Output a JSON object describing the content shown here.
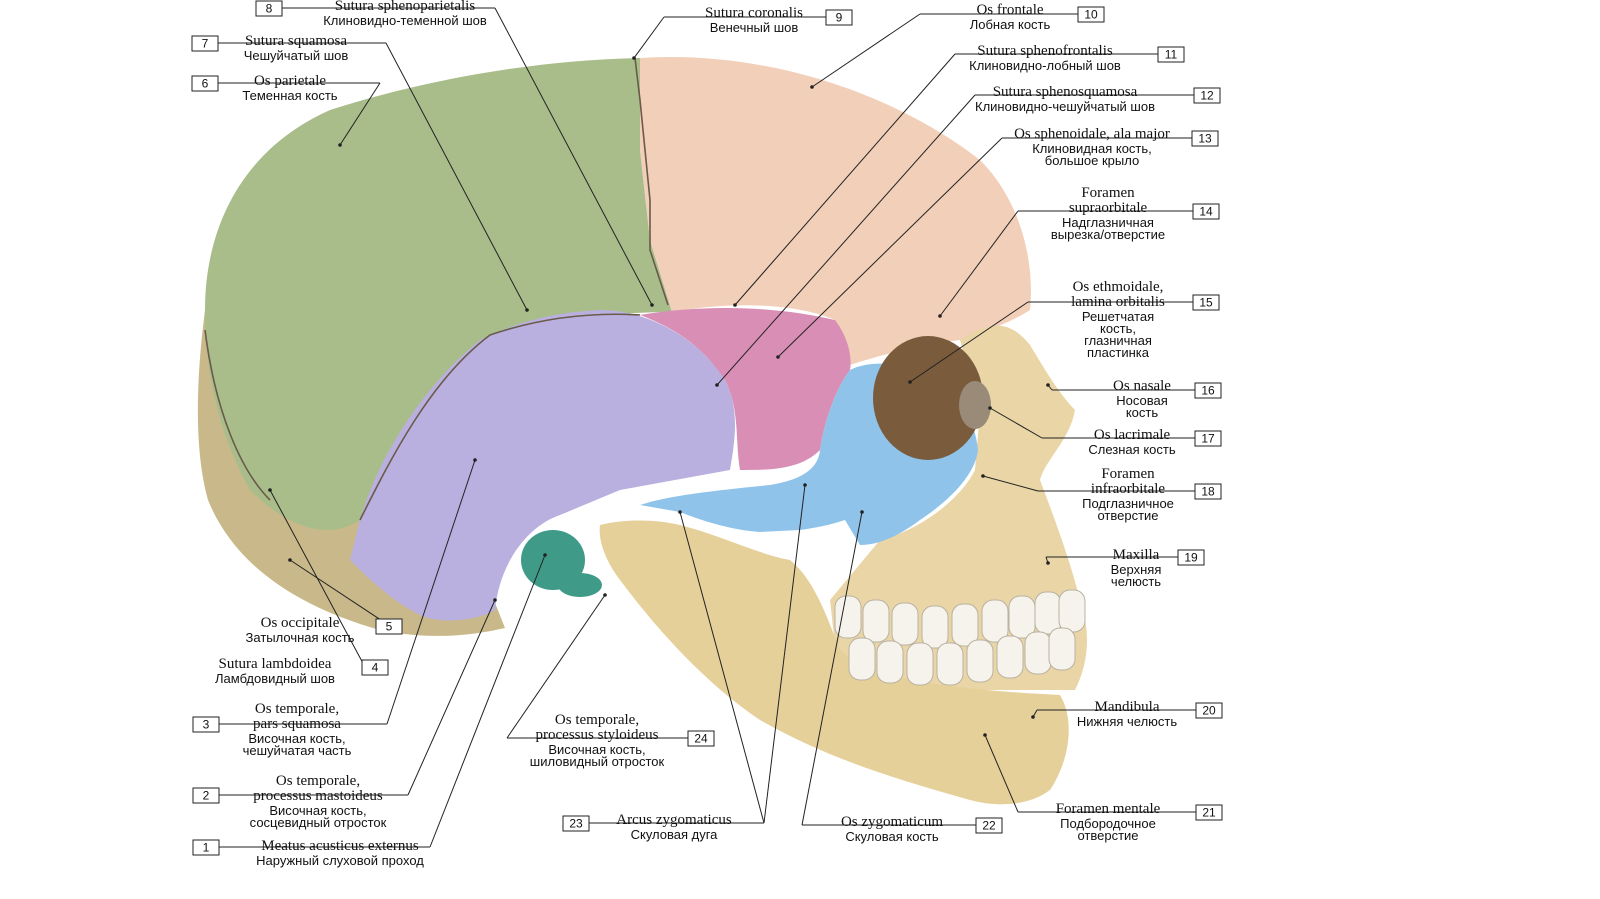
{
  "labels": [
    {
      "n": "1",
      "lat": [
        "Meatus acusticus externus"
      ],
      "rus": [
        "Наружный слуховой проход"
      ]
    },
    {
      "n": "2",
      "lat": [
        "Os temporale,",
        "processus mastoideus"
      ],
      "rus": [
        "Височная кость,",
        "сосцевидный отросток"
      ]
    },
    {
      "n": "3",
      "lat": [
        "Os temporale,",
        "pars squamosa"
      ],
      "rus": [
        "Височная кость,",
        "чешуйчатая часть"
      ]
    },
    {
      "n": "4",
      "lat": [
        "Sutura lambdoidea"
      ],
      "rus": [
        "Ламбдовидный шов"
      ]
    },
    {
      "n": "5",
      "lat": [
        "Os occipitale"
      ],
      "rus": [
        "Затылочная кость"
      ]
    },
    {
      "n": "6",
      "lat": [
        "Os parietale"
      ],
      "rus": [
        "Теменная кость"
      ]
    },
    {
      "n": "7",
      "lat": [
        "Sutura squamosa"
      ],
      "rus": [
        "Чешуйчатый шов"
      ]
    },
    {
      "n": "8",
      "lat": [
        "Sutura sphenoparietalis"
      ],
      "rus": [
        "Клиновидно-теменной шов"
      ]
    },
    {
      "n": "9",
      "lat": [
        "Sutura coronalis"
      ],
      "rus": [
        "Венечный шов"
      ]
    },
    {
      "n": "10",
      "lat": [
        "Os frontale"
      ],
      "rus": [
        "Лобная кость"
      ]
    },
    {
      "n": "11",
      "lat": [
        "Sutura sphenofrontalis"
      ],
      "rus": [
        "Клиновидно-лобный шов"
      ]
    },
    {
      "n": "12",
      "lat": [
        "Sutura sphenosquamosa"
      ],
      "rus": [
        "Клиновидно-чешуйчатый шов"
      ]
    },
    {
      "n": "13",
      "lat": [
        "Os sphenoidale, ala major"
      ],
      "rus": [
        "Клиновидная кость,",
        "большое крыло"
      ]
    },
    {
      "n": "14",
      "lat": [
        "Foramen",
        "supraorbitale"
      ],
      "rus": [
        "Надглазничная",
        "вырезка/отверстие"
      ]
    },
    {
      "n": "15",
      "lat": [
        "Os ethmoidale,",
        "lamina orbitalis"
      ],
      "rus": [
        "Решетчатая",
        "кость,",
        "глазничная",
        "пластинка"
      ]
    },
    {
      "n": "16",
      "lat": [
        "Os nasale"
      ],
      "rus": [
        "Носовая",
        "кость"
      ]
    },
    {
      "n": "17",
      "lat": [
        "Os lacrimale"
      ],
      "rus": [
        "Слезная кость"
      ]
    },
    {
      "n": "18",
      "lat": [
        "Foramen",
        "infraorbitale"
      ],
      "rus": [
        "Подглазничное",
        "отверстие"
      ]
    },
    {
      "n": "19",
      "lat": [
        "Maxilla"
      ],
      "rus": [
        "Верхняя",
        "челюсть"
      ]
    },
    {
      "n": "20",
      "lat": [
        "Mandibula"
      ],
      "rus": [
        "Нижняя челюсть"
      ]
    },
    {
      "n": "21",
      "lat": [
        "Foramen mentale"
      ],
      "rus": [
        "Подбородочное",
        "отверстие"
      ]
    },
    {
      "n": "22",
      "lat": [
        "Os zygomaticum"
      ],
      "rus": [
        "Скуловая кость"
      ]
    },
    {
      "n": "23",
      "lat": [
        "Arcus zygomaticus"
      ],
      "rus": [
        "Скуловая дуга"
      ]
    },
    {
      "n": "24",
      "lat": [
        "Os temporale,",
        "processus styloideus"
      ],
      "rus": [
        "Височная кость,",
        "шиловидный отросток"
      ]
    }
  ],
  "colors": {
    "parietal": "#a9bd8a",
    "frontal": "#f2cfb9",
    "temporal": "#b9b0e0",
    "sphenoid": "#d98fb5",
    "zygomatic": "#8fc3ea",
    "occipital": "#c9b98a",
    "face": "#e9d5a6",
    "mandible": "#e6d09a",
    "mastoid_ear": "#3f9a88",
    "orbit": "#7a5c3c",
    "teeth": "#f6f3ec"
  }
}
